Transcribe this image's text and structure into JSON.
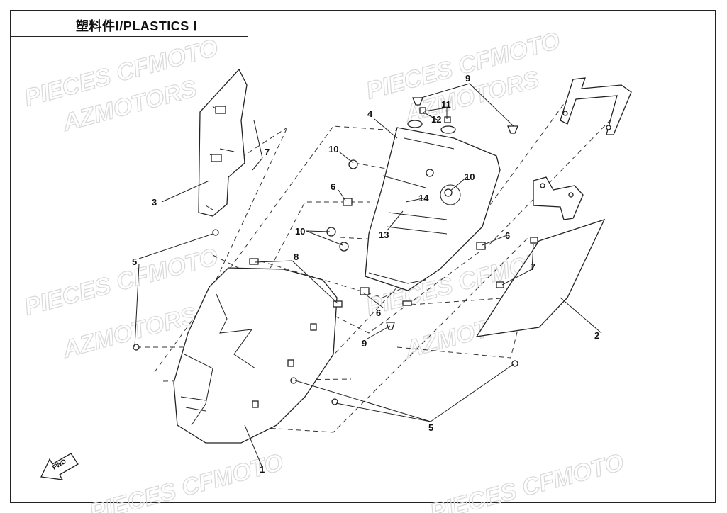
{
  "title": "塑料件Ⅰ/PLASTICS Ⅰ",
  "watermarks": [
    "PIECES CFMOTO",
    "AZMOTORS"
  ],
  "callouts": [
    {
      "id": "c1",
      "text": "1"
    },
    {
      "id": "c2",
      "text": "2"
    },
    {
      "id": "c3",
      "text": "3"
    },
    {
      "id": "c4",
      "text": "4"
    },
    {
      "id": "c5a",
      "text": "5"
    },
    {
      "id": "c5b",
      "text": "5"
    },
    {
      "id": "c6a",
      "text": "6"
    },
    {
      "id": "c6b",
      "text": "6"
    },
    {
      "id": "c6c",
      "text": "6"
    },
    {
      "id": "c7a",
      "text": "7"
    },
    {
      "id": "c7b",
      "text": "7"
    },
    {
      "id": "c8",
      "text": "8"
    },
    {
      "id": "c9a",
      "text": "9"
    },
    {
      "id": "c9b",
      "text": "9"
    },
    {
      "id": "c10a",
      "text": "10"
    },
    {
      "id": "c10b",
      "text": "10"
    },
    {
      "id": "c10c",
      "text": "10"
    },
    {
      "id": "c11",
      "text": "11"
    },
    {
      "id": "c12",
      "text": "12"
    },
    {
      "id": "c13",
      "text": "13"
    },
    {
      "id": "c14",
      "text": "14"
    }
  ],
  "fwd_label": "FWD"
}
